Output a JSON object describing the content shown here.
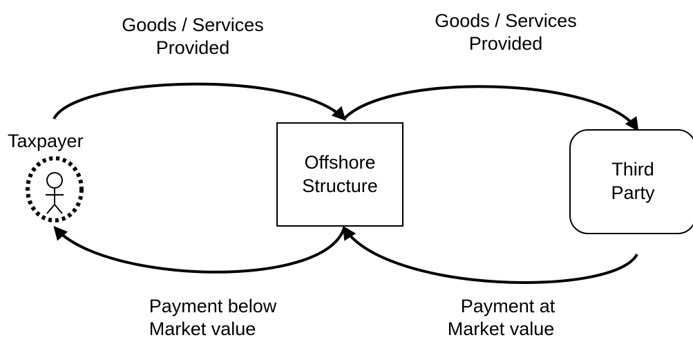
{
  "taxpayer": {
    "label": "Taxpayer"
  },
  "offshore": {
    "line1": "Offshore",
    "line2": "Structure"
  },
  "third_party": {
    "line1": "Third",
    "line2": "Party"
  },
  "flows": {
    "goods_left": {
      "line1": "Goods / Services",
      "line2": "Provided"
    },
    "goods_right": {
      "line1": "Goods / Services",
      "line2": "Provided"
    },
    "payment_left": {
      "line1": "Payment below",
      "line2": "Market value"
    },
    "payment_right": {
      "line1": "Payment at",
      "line2": "Market value"
    }
  }
}
